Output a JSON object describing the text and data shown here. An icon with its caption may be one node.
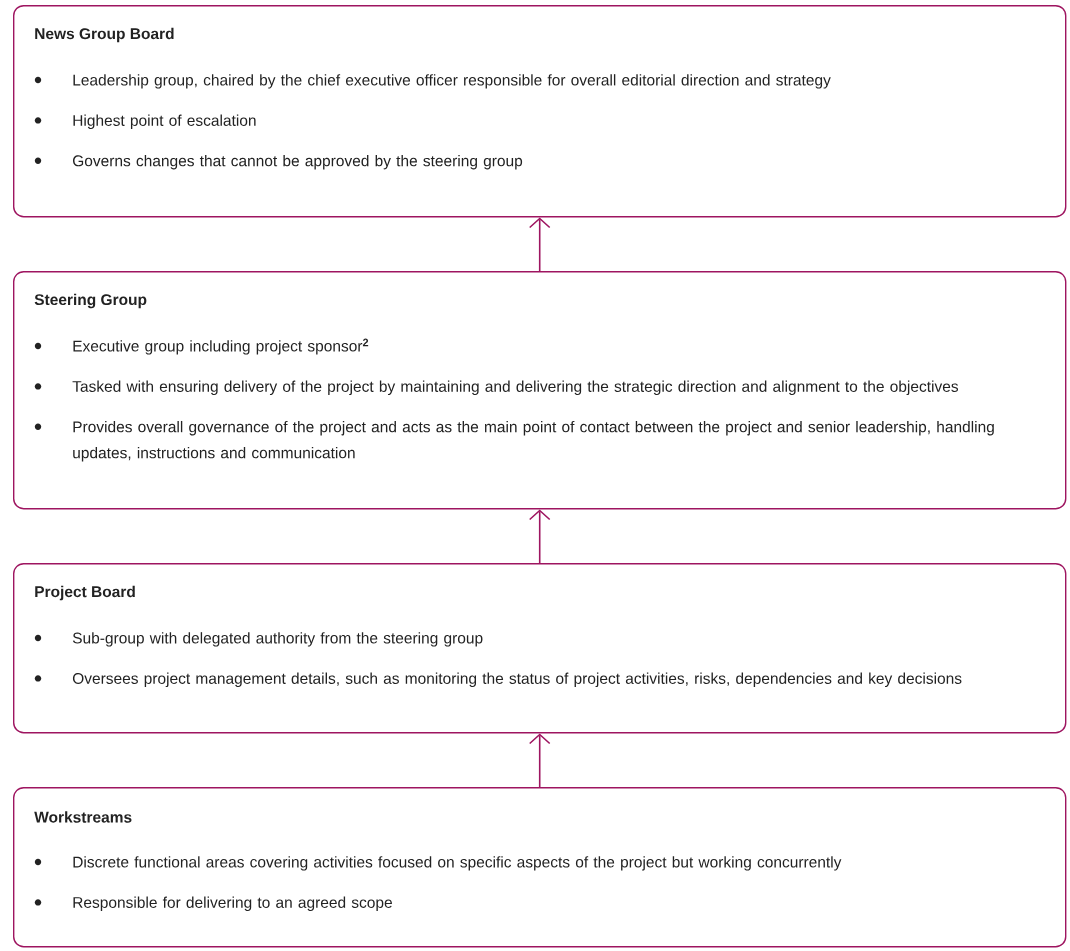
{
  "diagram": {
    "nodes": [
      {
        "text": [
          "News Group Board",
          "Leadership group, chaired by the chief executive officer responsible for overall editorial direction and strategy",
          "Highest point of escalation",
          "Governs changes that cannot be approved by the steering group"
        ]
      },
      {
        "text": [
          "Steering Group",
          "Executive group including project sponsor**$^{2}$**",
          "Tasked with ensuring delivery of the project by maintaining and delivering the strategic direction and alignment to the objectives",
          "Provides overall governance of the project and acts as the main point of contact between the project and senior leadership, handling updates, instructions and communication"
        ]
      },
      {
        "text": [
          "Project Board",
          "Sub-group with delegated authority from the steering group",
          "Oversees project management details, such as monitoring the status of project activities, risks, dependencies and key decisions"
        ]
      },
      {
        "text": [
          "Workstreams",
          "Discrete functional areas covering activities focused on specific aspects of the project but working concurrently",
          "Responsible for delivering to an agreed scope"
        ]
      }
    ],
    "edges": [
      {
        "from": 1,
        "to": 0,
        "arrow": "to"
      },
      {
        "from": 2,
        "to": 1,
        "arrow": "to"
      },
      {
        "from": 3,
        "to": 2,
        "arrow": "to"
      }
    ]
  }
}
